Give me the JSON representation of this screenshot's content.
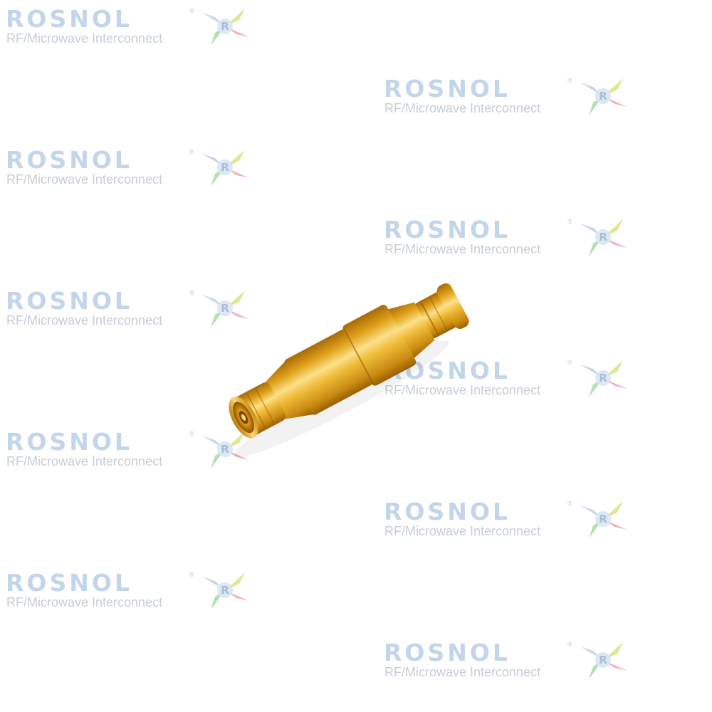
{
  "watermark": {
    "brand": "ROSNOL",
    "registered": "®",
    "tagline": "RF/Microwave Interconnect",
    "logo_letter": "R",
    "text_color": "#c3d5ea",
    "tagline_color": "#c7cdd6"
  },
  "product": {
    "subject": "connector-icon",
    "metal_color": "#e0a21a",
    "highlight_color": "#fce08a",
    "shadow_color": "#a86a06"
  }
}
